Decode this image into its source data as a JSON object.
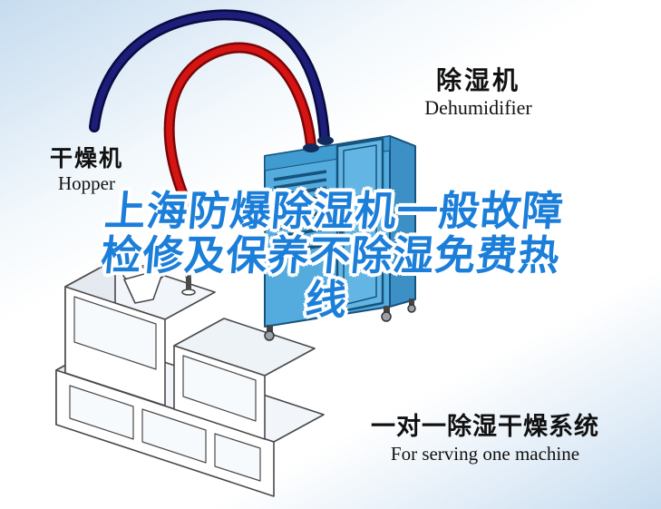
{
  "headline": {
    "line1": "上海防爆除湿机一般故障",
    "line2": "检修及保养不除湿免费热",
    "line3": "线",
    "full_text": "上海防爆除湿机一般故障检修及保养不除湿免费热线",
    "color": "#1B7ED9"
  },
  "labels": {
    "dehumidifier": {
      "cn": "除湿机",
      "en": "Dehumidifier"
    },
    "hopper": {
      "cn": "干燥机",
      "en": "Hopper"
    },
    "system": {
      "cn": "一对一除湿干燥系统",
      "en": "For serving one machine"
    }
  },
  "diagram": {
    "hoses": [
      {
        "name": "return-air-hose",
        "color": "#1D1D7A"
      },
      {
        "name": "supply-air-hose",
        "color": "#D51414"
      }
    ],
    "machines": [
      {
        "name": "dehumidifier-unit",
        "body_color": "#54ACDE"
      },
      {
        "name": "drying-hopper-machine",
        "style": "line-art"
      }
    ]
  },
  "colors": {
    "background_tint": "#C6DCEF",
    "text": "#111111"
  }
}
